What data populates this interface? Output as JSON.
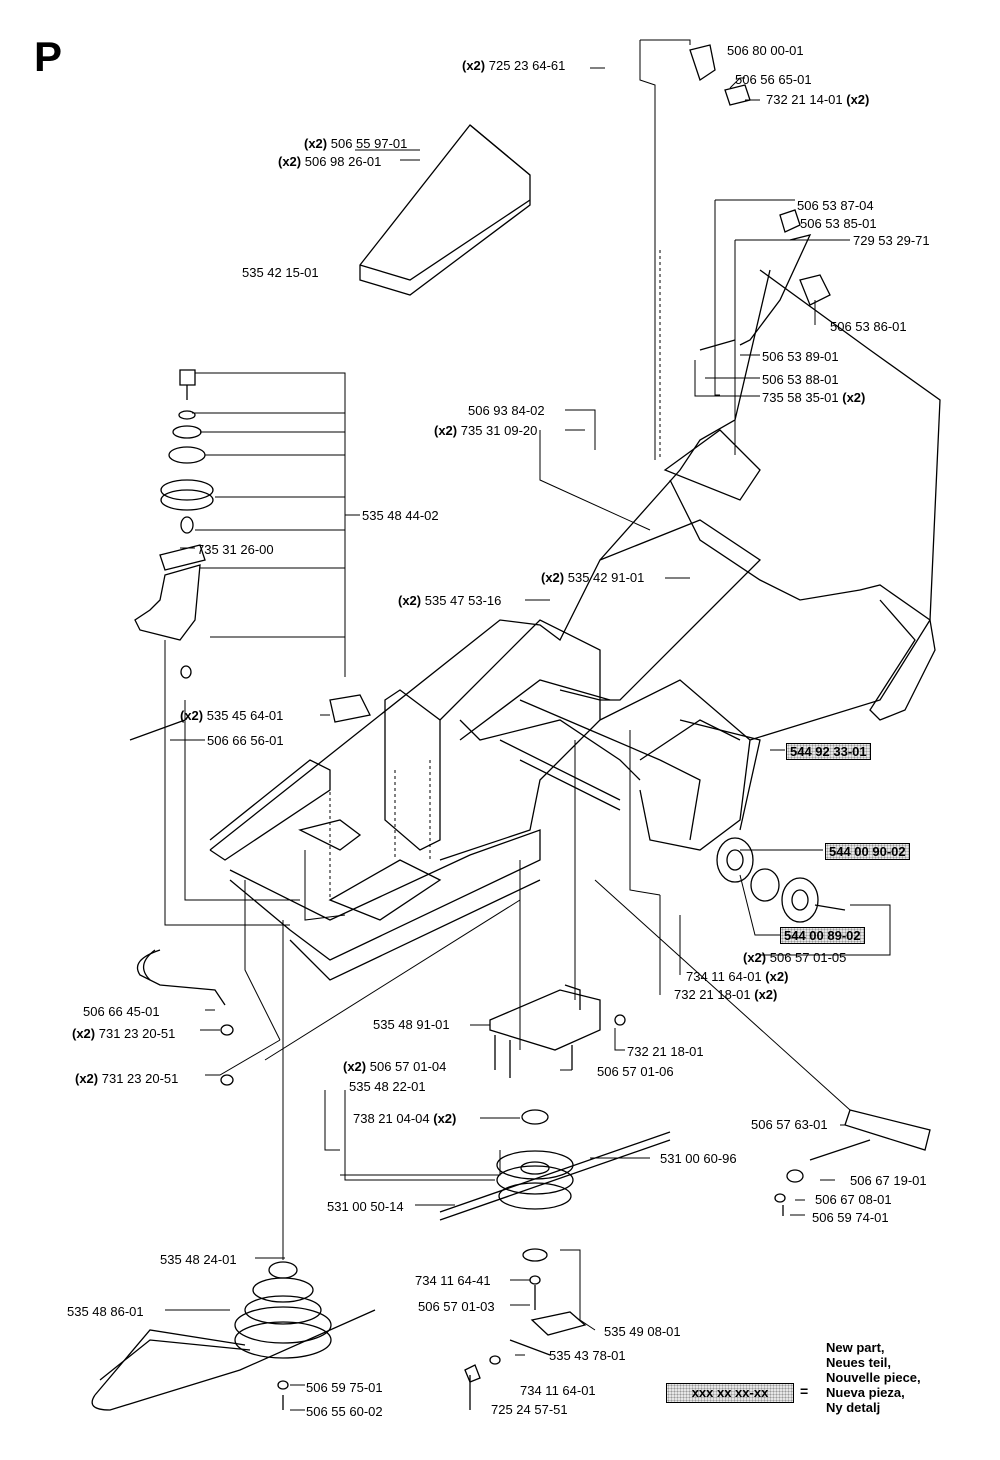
{
  "diagram": {
    "letter": "P",
    "labels": [
      {
        "id": "l1",
        "qty": "(x2)",
        "part": "725 23 64-61",
        "qty_after": ""
      },
      {
        "id": "l2",
        "qty": "",
        "part": "506 80 00-01",
        "qty_after": ""
      },
      {
        "id": "l3",
        "qty": "",
        "part": "506 56 65-01",
        "qty_after": ""
      },
      {
        "id": "l4",
        "qty": "",
        "part": "732 21 14-01",
        "qty_after": "(x2)"
      },
      {
        "id": "l5",
        "qty": "(x2)",
        "part": "506 55 97-01",
        "qty_after": ""
      },
      {
        "id": "l6",
        "qty": "(x2)",
        "part": "506 98 26-01",
        "qty_after": ""
      },
      {
        "id": "l7",
        "qty": "",
        "part": "535 42 15-01",
        "qty_after": ""
      },
      {
        "id": "l8",
        "qty": "",
        "part": "506 53 87-04",
        "qty_after": ""
      },
      {
        "id": "l9",
        "qty": "",
        "part": "506 53 85-01",
        "qty_after": ""
      },
      {
        "id": "l10",
        "qty": "",
        "part": "729 53 29-71",
        "qty_after": ""
      },
      {
        "id": "l11",
        "qty": "",
        "part": "506 53 86-01",
        "qty_after": ""
      },
      {
        "id": "l12",
        "qty": "",
        "part": "506 53 89-01",
        "qty_after": ""
      },
      {
        "id": "l13",
        "qty": "",
        "part": "506 53 88-01",
        "qty_after": ""
      },
      {
        "id": "l14",
        "qty": "",
        "part": "735 58 35-01",
        "qty_after": "(x2)"
      },
      {
        "id": "l15",
        "qty": "",
        "part": "506 93 84-02",
        "qty_after": ""
      },
      {
        "id": "l16",
        "qty": "(x2)",
        "part": "735 31 09-20",
        "qty_after": ""
      },
      {
        "id": "l17",
        "qty": "",
        "part": "535 48 44-02",
        "qty_after": ""
      },
      {
        "id": "l18",
        "qty": "",
        "part": "735 31 26-00",
        "qty_after": ""
      },
      {
        "id": "l19",
        "qty": "(x2)",
        "part": "535 42 91-01",
        "qty_after": ""
      },
      {
        "id": "l20",
        "qty": "(x2)",
        "part": "535 47 53-16",
        "qty_after": ""
      },
      {
        "id": "l21",
        "qty": "(x2)",
        "part": "535 45 64-01",
        "qty_after": ""
      },
      {
        "id": "l22",
        "qty": "",
        "part": "506 66 56-01",
        "qty_after": ""
      },
      {
        "id": "l23",
        "qty": "",
        "part": "544 92 33-01",
        "qty_after": "",
        "new": true
      },
      {
        "id": "l24",
        "qty": "",
        "part": "544 00 90-02",
        "qty_after": "",
        "new": true
      },
      {
        "id": "l25",
        "qty": "",
        "part": "544 00 89-02",
        "qty_after": "",
        "new": true
      },
      {
        "id": "l26",
        "qty": "(x2)",
        "part": "506 57 01-05",
        "qty_after": ""
      },
      {
        "id": "l27",
        "qty": "",
        "part": "734 11 64-01",
        "qty_after": "(x2)"
      },
      {
        "id": "l28",
        "qty": "",
        "part": "732 21 18-01",
        "qty_after": "(x2)"
      },
      {
        "id": "l29",
        "qty": "",
        "part": "506 66 45-01",
        "qty_after": ""
      },
      {
        "id": "l30",
        "qty": "(x2)",
        "part": "731 23 20-51",
        "qty_after": ""
      },
      {
        "id": "l31",
        "qty": "(x2)",
        "part": "731 23 20-51",
        "qty_after": ""
      },
      {
        "id": "l32",
        "qty": "",
        "part": "535 48 91-01",
        "qty_after": ""
      },
      {
        "id": "l33",
        "qty": "",
        "part": "732 21 18-01",
        "qty_after": ""
      },
      {
        "id": "l34",
        "qty": "(x2)",
        "part": "506 57 01-04",
        "qty_after": ""
      },
      {
        "id": "l35",
        "qty": "",
        "part": "506 57 01-06",
        "qty_after": ""
      },
      {
        "id": "l36",
        "qty": "",
        "part": "535 48 22-01",
        "qty_after": ""
      },
      {
        "id": "l37",
        "qty": "",
        "part": "738 21 04-04",
        "qty_after": "(x2)"
      },
      {
        "id": "l38",
        "qty": "",
        "part": "506 57 63-01",
        "qty_after": ""
      },
      {
        "id": "l39",
        "qty": "",
        "part": "531 00 60-96",
        "qty_after": ""
      },
      {
        "id": "l40",
        "qty": "",
        "part": "531 00 50-14",
        "qty_after": ""
      },
      {
        "id": "l41",
        "qty": "",
        "part": "506 67 19-01",
        "qty_after": ""
      },
      {
        "id": "l42",
        "qty": "",
        "part": "506 67 08-01",
        "qty_after": ""
      },
      {
        "id": "l43",
        "qty": "",
        "part": "506 59 74-01",
        "qty_after": ""
      },
      {
        "id": "l44",
        "qty": "",
        "part": "535 48 24-01",
        "qty_after": ""
      },
      {
        "id": "l45",
        "qty": "",
        "part": "734 11 64-41",
        "qty_after": ""
      },
      {
        "id": "l46",
        "qty": "",
        "part": "535 48 86-01",
        "qty_after": ""
      },
      {
        "id": "l47",
        "qty": "",
        "part": "506 57 01-03",
        "qty_after": ""
      },
      {
        "id": "l48",
        "qty": "",
        "part": "535 49 08-01",
        "qty_after": ""
      },
      {
        "id": "l49",
        "qty": "",
        "part": "535 43 78-01",
        "qty_after": ""
      },
      {
        "id": "l50",
        "qty": "",
        "part": "506 59 75-01",
        "qty_after": ""
      },
      {
        "id": "l51",
        "qty": "",
        "part": "506 55 60-02",
        "qty_after": ""
      },
      {
        "id": "l52",
        "qty": "",
        "part": "734 11 64-01",
        "qty_after": ""
      },
      {
        "id": "l53",
        "qty": "",
        "part": "725 24 57-51",
        "qty_after": ""
      }
    ]
  },
  "legend": {
    "symbol": "xxx xx xx-xx",
    "equals": "=",
    "lines": [
      "New part,",
      "Neues teil,",
      "Nouvelle piece,",
      "Nueva pieza,",
      "Ny detalj"
    ]
  }
}
